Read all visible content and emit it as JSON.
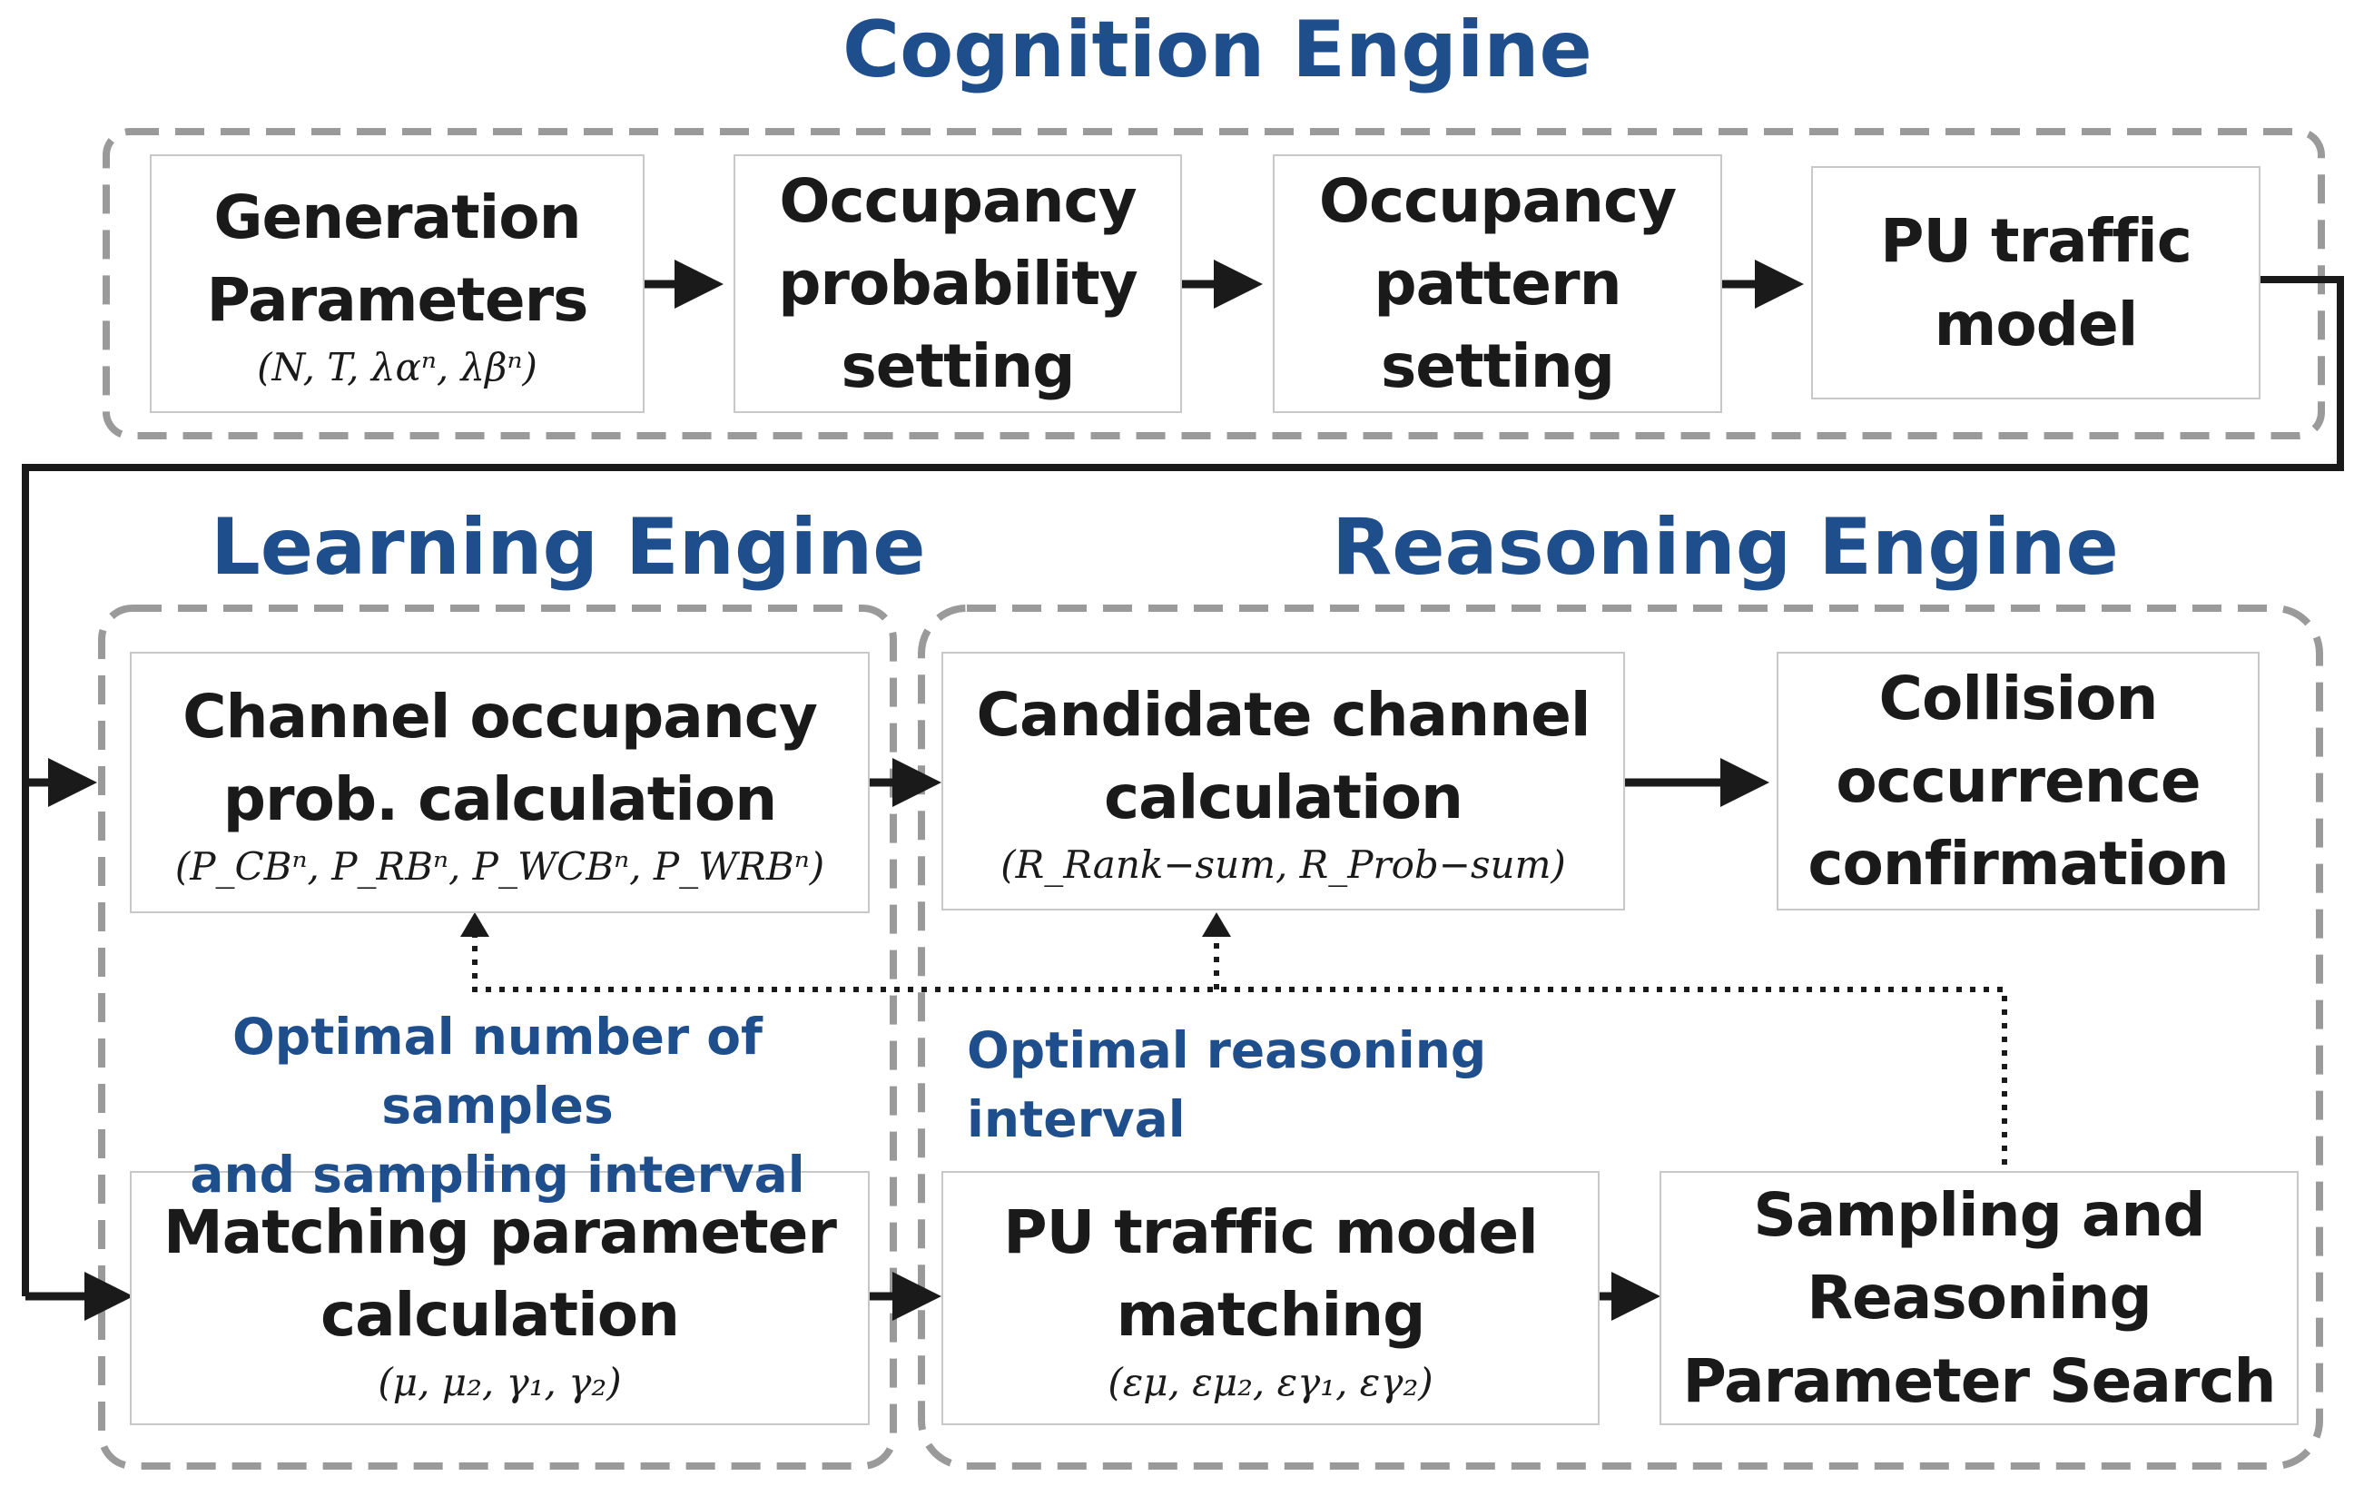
{
  "colors": {
    "accent": "#1f4e8c",
    "text": "#1a1a1a",
    "dashed_border": "#9a9a9a",
    "box_border": "#c8c8c8",
    "arrow": "#1a1a1a"
  },
  "cognition": {
    "title": "Cognition Engine",
    "boxes": [
      {
        "label": "Generation\nParameters",
        "formula": "(N, T, λαⁿ, λβⁿ)"
      },
      {
        "label": "Occupancy\nprobability\nsetting",
        "formula": ""
      },
      {
        "label": "Occupancy\npattern\nsetting",
        "formula": ""
      },
      {
        "label": "PU traffic\nmodel",
        "formula": ""
      }
    ]
  },
  "learning": {
    "title": "Learning Engine",
    "box_top": {
      "label": "Channel occupancy\nprob. calculation",
      "formula": "(P_CBⁿ, P_RBⁿ, P_WCBⁿ, P_WRBⁿ)"
    },
    "box_bottom": {
      "label": "Matching parameter\ncalculation",
      "formula": "(μ, μ₂, γ₁, γ₂)"
    },
    "note": "Optimal number of samples\nand sampling interval"
  },
  "reasoning": {
    "title": "Reasoning Engine",
    "box_candidate": {
      "label": "Candidate channel\ncalculation",
      "formula": "(R_Rank−sum, R_Prob−sum)"
    },
    "box_collision": {
      "label": "Collision\noccurrence\nconfirmation",
      "formula": ""
    },
    "box_matching": {
      "label": "PU traffic model\nmatching",
      "formula": "(εμ, εμ₂, εγ₁, εγ₂)"
    },
    "box_search": {
      "label": "Sampling and\nReasoning\nParameter Search",
      "formula": ""
    },
    "note": "Optimal reasoning interval"
  }
}
